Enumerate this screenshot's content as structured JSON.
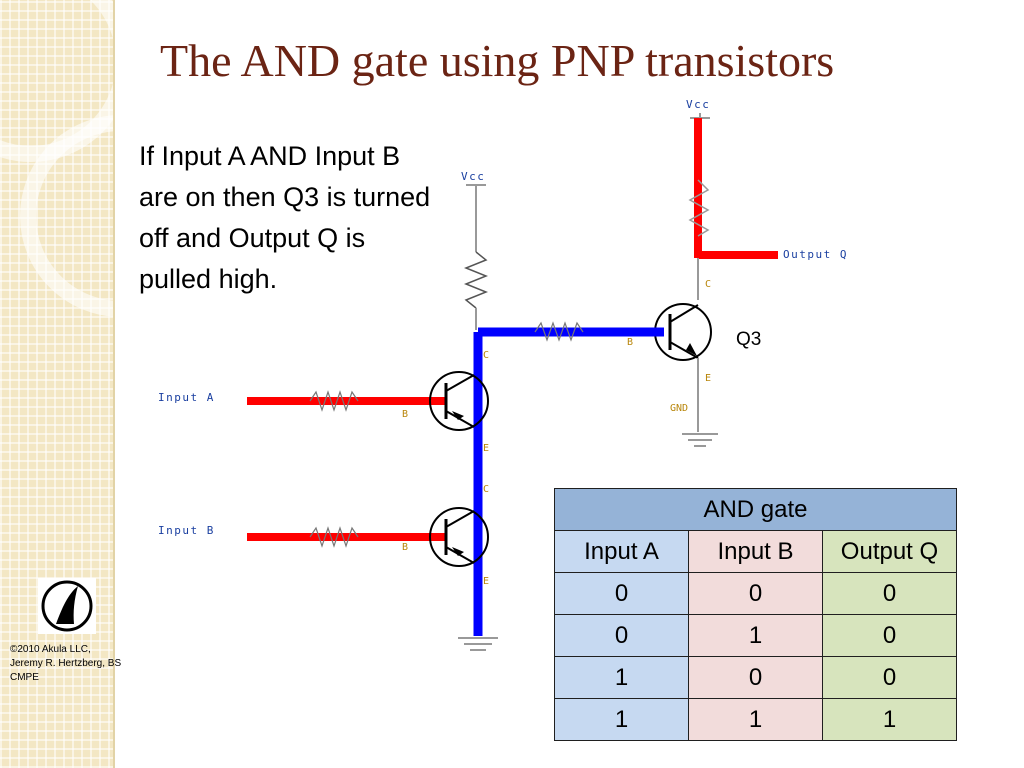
{
  "slide": {
    "title": "The AND gate using PNP transistors",
    "description": "If Input A AND Input B are on then Q3 is turned off and Output Q is pulled high.",
    "copyright": "©2010 Akula LLC, Jeremy R. Hertzberg, BS CMPE"
  },
  "circuit": {
    "vcc_label": "Vcc",
    "output_label": "Output Q",
    "input_a_label": "Input A",
    "input_b_label": "Input B",
    "gnd_label": "GND",
    "transistor_label": "Q3",
    "pin_c": "C",
    "pin_b": "B",
    "pin_e": "E",
    "colors": {
      "active_high": "#ff0000",
      "active_low": "#0000ff",
      "wire": "#999999"
    }
  },
  "truth_table": {
    "title": "AND gate",
    "headers": [
      "Input A",
      "Input B",
      "Output Q"
    ],
    "rows": [
      [
        "0",
        "0",
        "0"
      ],
      [
        "0",
        "1",
        "0"
      ],
      [
        "1",
        "0",
        "0"
      ],
      [
        "1",
        "1",
        "1"
      ]
    ],
    "colors": {
      "header": "#95b3d7",
      "col_a": "#c6d9f1",
      "col_b": "#f2dcdb",
      "col_q": "#d7e4bd"
    }
  }
}
